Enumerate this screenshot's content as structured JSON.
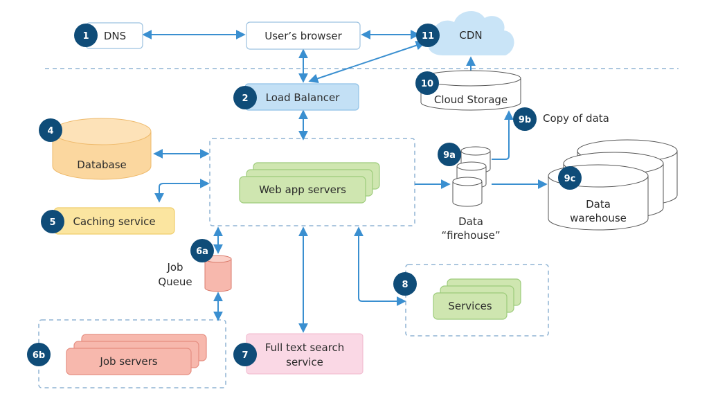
{
  "colors": {
    "badge": "#0f4c78",
    "arrow": "#3a8fd0",
    "dashed": "#8fb4d4",
    "blue_fill": "#c3e0f5",
    "green_fill": "#cfe6b0",
    "green_stroke": "#9ccb7a",
    "red_fill": "#f7b8ad",
    "red_stroke": "#e58d80",
    "yellow_fill": "#fbe5a0",
    "orange_fill": "#fbd79f",
    "pink_fill": "#fad8e5",
    "cloud_fill": "#c9e4f7"
  },
  "badges": {
    "b1": "1",
    "b2": "2",
    "b4": "4",
    "b5": "5",
    "b6a": "6a",
    "b6b": "6b",
    "b7": "7",
    "b8": "8",
    "b9a": "9a",
    "b9b": "9b",
    "b9c": "9c",
    "b10": "10",
    "b11": "11"
  },
  "labels": {
    "dns": "DNS",
    "browser": "User’s browser",
    "cdn": "CDN",
    "load_balancer": "Load Balancer",
    "cloud_storage": "Cloud Storage",
    "copy_of_data": "Copy of data",
    "database": "Database",
    "web_app_servers": "Web app servers",
    "caching_service": "Caching service",
    "job_queue_1": "Job",
    "job_queue_2": "Queue",
    "data_firehose_1": "Data",
    "data_firehose_2": "“firehouse”",
    "data_warehouse_1": "Data",
    "data_warehouse_2": "warehouse",
    "services": "Services",
    "job_servers": "Job servers",
    "full_text_1": "Full text search",
    "full_text_2": "service"
  }
}
